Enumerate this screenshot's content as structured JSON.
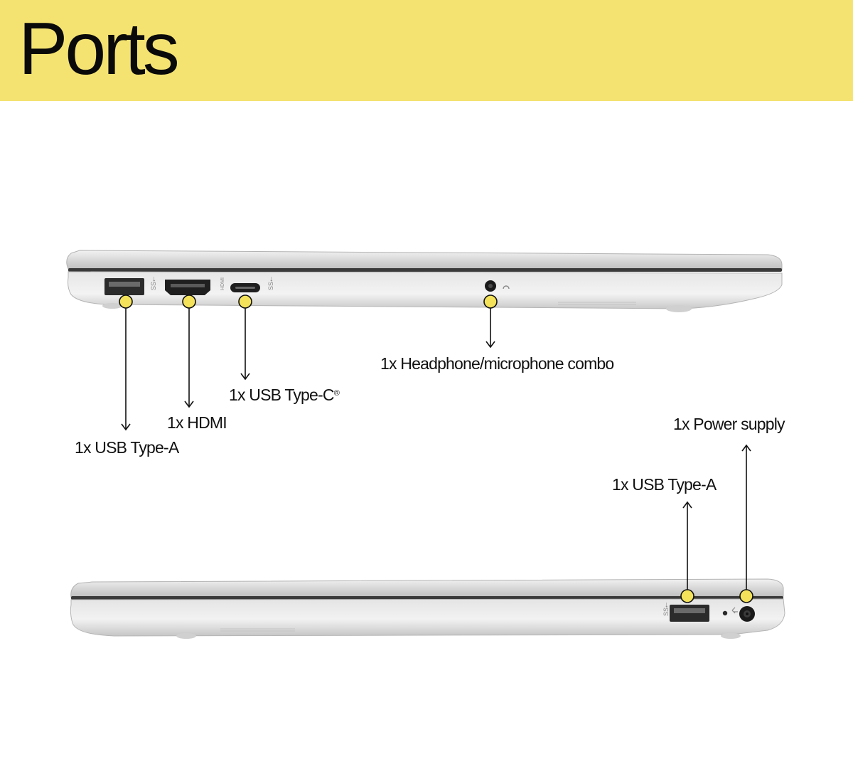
{
  "header": {
    "title": "Ports",
    "band_color": "#f4e371"
  },
  "marker_color": "#f4e35a",
  "left_side": {
    "ports": [
      {
        "label": "1x USB Type-A",
        "icon": "usb-a-port"
      },
      {
        "label": "1x HDMI",
        "icon": "hdmi-port"
      },
      {
        "label": "1x USB Type-C",
        "suffix": "®",
        "icon": "usb-c-port"
      },
      {
        "label": "1x Headphone/microphone combo",
        "icon": "audio-jack"
      }
    ]
  },
  "right_side": {
    "ports": [
      {
        "label": "1x USB Type-A",
        "icon": "usb-a-port"
      },
      {
        "label": "1x Power supply",
        "icon": "power-jack"
      }
    ]
  }
}
